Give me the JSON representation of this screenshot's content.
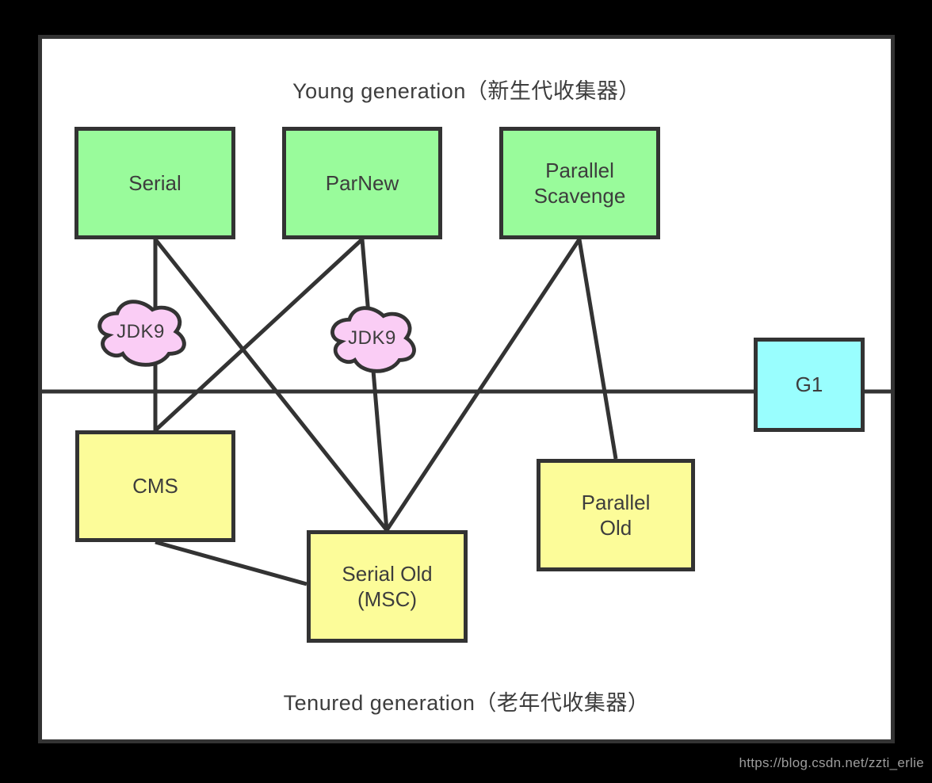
{
  "titles": {
    "young": "Young generation（新生代收集器）",
    "tenured": "Tenured generation（老年代收集器）"
  },
  "nodes": {
    "serial": {
      "label": "Serial",
      "generation": "young"
    },
    "parnew": {
      "label": "ParNew",
      "generation": "young"
    },
    "parallel_scavenge": {
      "label": "Parallel\nScavenge",
      "generation": "young"
    },
    "g1": {
      "label": "G1",
      "generation": "both"
    },
    "cms": {
      "label": "CMS",
      "generation": "tenured"
    },
    "serial_old": {
      "label": "Serial Old\n(MSC)",
      "generation": "tenured"
    },
    "parallel_old": {
      "label": "Parallel\nOld",
      "generation": "tenured"
    }
  },
  "clouds": [
    {
      "label": "JDK9",
      "marks": "serial-cms combination"
    },
    {
      "label": "JDK9",
      "marks": "parnew-serial_old combination"
    }
  ],
  "edges": [
    {
      "from": "young-region",
      "to": "tenured-region",
      "kind": "divider"
    },
    {
      "from": "serial",
      "to": "cms"
    },
    {
      "from": "serial",
      "to": "serial_old"
    },
    {
      "from": "parnew",
      "to": "cms"
    },
    {
      "from": "parnew",
      "to": "serial_old"
    },
    {
      "from": "parallel_scavenge",
      "to": "serial_old"
    },
    {
      "from": "parallel_scavenge",
      "to": "parallel_old"
    },
    {
      "from": "cms",
      "to": "serial_old"
    }
  ],
  "watermark": "https://blog.csdn.net/zzti_erlie",
  "colors": {
    "young_box": "#99fb9b",
    "old_box": "#fcfc99",
    "g1_box": "#99fefe",
    "cloud": "#facdf5",
    "line": "#333333",
    "text": "#3d3d3d",
    "panel_bg": "#ffffff",
    "page_bg": "#000000",
    "watermark": "#9d9d9d"
  }
}
